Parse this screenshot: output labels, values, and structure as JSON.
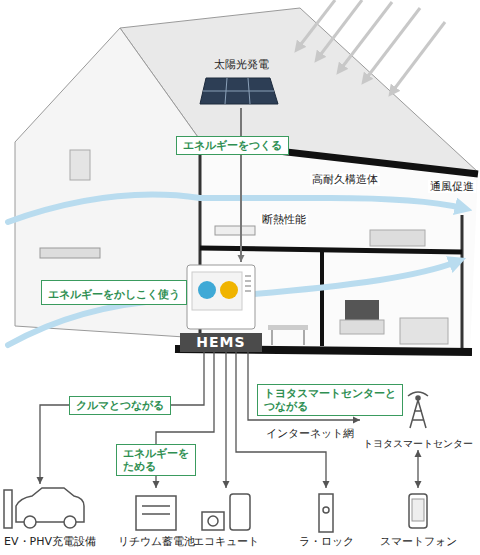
{
  "diagram": {
    "nodes": [
      {
        "text": [
          "太陽光発電"
        ]
      },
      {
        "text": [
          "エネルギーをかしこく使う"
        ]
      },
      {
        "text": [
          "HEMS"
        ]
      },
      {
        "text": [
          "トヨタスマートセンター"
        ]
      },
      {
        "text": [
          "EV・PHV充電設備"
        ]
      },
      {
        "text": [
          "リチウム蓄電池"
        ]
      },
      {
        "text": [
          "エコキュート"
        ]
      },
      {
        "text": [
          "ラ・ロック"
        ]
      },
      {
        "text": [
          "スマートフォン"
        ]
      }
    ],
    "edges": [
      {
        "from": 0,
        "to": 2,
        "arrow": "to",
        "label": "エネルギーをつくる"
      },
      {
        "from": 2,
        "to": 4,
        "arrow": "to",
        "label": "クルマとつながる"
      },
      {
        "from": 2,
        "to": 5,
        "arrow": "to",
        "label": "エネルギーを ためる"
      },
      {
        "from": 2,
        "to": 6,
        "arrow": "to"
      },
      {
        "from": 2,
        "to": 7,
        "arrow": "to"
      },
      {
        "from": 2,
        "to": 3,
        "arrow": "to",
        "label": "トヨタスマートセンターと つながる"
      },
      {
        "from": 3,
        "to": 8,
        "arrow": "both"
      }
    ],
    "labels": [
      "高耐久構造体",
      "通風促進",
      "断熱性能",
      "インターネット網"
    ]
  }
}
